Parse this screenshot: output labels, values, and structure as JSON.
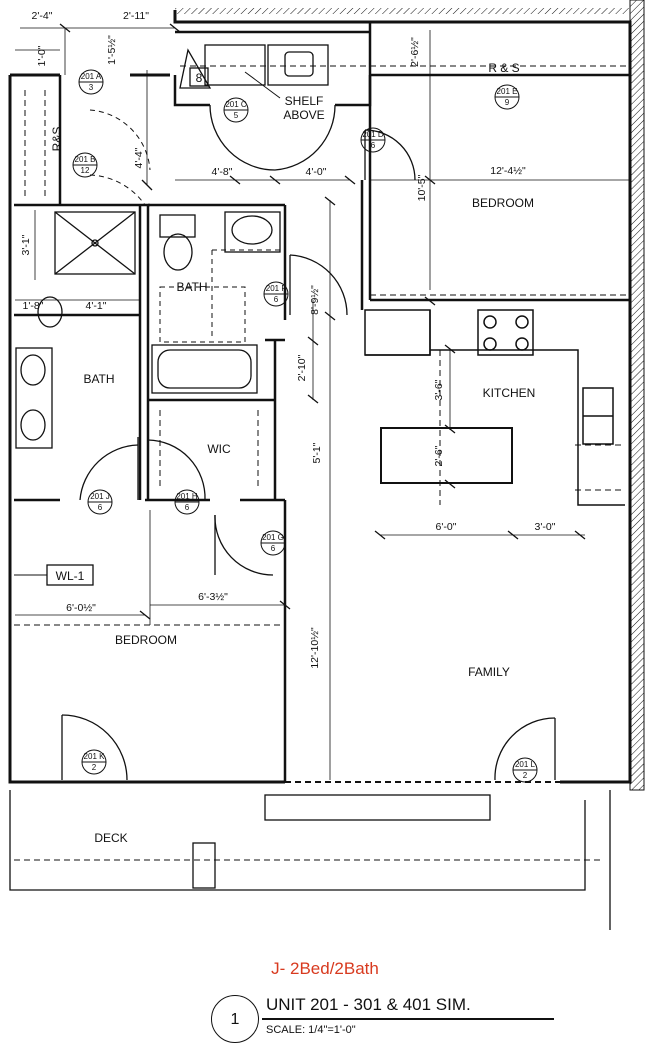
{
  "plan_title": "J- 2Bed/2Bath",
  "title_block": {
    "number": "1",
    "unit": "UNIT 201 - 301 & 401 SIM.",
    "scale": "SCALE: 1/4\"=1'-0\""
  },
  "colors": {
    "title_accent": "#d83a1f",
    "line": "#111111"
  },
  "rooms": {
    "bedroom_main": "BEDROOM",
    "bedroom_second": "BEDROOM",
    "bath_hall": "BATH",
    "bath_master": "BATH",
    "wic": "WIC",
    "kitchen": "KITCHEN",
    "family": "FAMILY",
    "deck": "DECK",
    "shelf_above": [
      "SHELF",
      "ABOVE"
    ],
    "r_and_s_top": "R & S",
    "r_and_s_left": "R&S",
    "wl": "WL-1",
    "stair_num": "8"
  },
  "dimensions": {
    "d_2_4": "2'-4\"",
    "d_2_11": "2'-11\"",
    "d_1_0": "1'-0\"",
    "d_1_5h": "1'-5½\"",
    "d_4_4": "4'-4\"",
    "d_4_8": "4'-8\"",
    "d_4_0": "4'-0\"",
    "d_2_6h": "2'-6½\"",
    "d_12_4h": "12'-4½\"",
    "d_10_5": "10'-5\"",
    "d_3_1": "3'-1\"",
    "d_1_8": "1'-8\"",
    "d_4_1": "4'-1\"",
    "d_8_9h": "8'-9½\"",
    "d_2_10": "2'-10\"",
    "d_3_6": "3'-6\"",
    "d_2_6": "2'-6\"",
    "d_5_1": "5'-1\"",
    "d_6_0": "6'-0\"",
    "d_3_0": "3'-0\"",
    "d_6_0h": "6'-0½\"",
    "d_6_3h": "6'-3½\"",
    "d_12_10h": "12'-10½\""
  },
  "door_tags": {
    "a": {
      "id": "201 A",
      "n": "3"
    },
    "b": {
      "id": "201 B",
      "n": "12"
    },
    "c": {
      "id": "201 C",
      "n": "5"
    },
    "d": {
      "id": "201 D",
      "n": "6"
    },
    "e": {
      "id": "201 E",
      "n": "9"
    },
    "f": {
      "id": "201 F",
      "n": "6"
    },
    "g": {
      "id": "201 G",
      "n": "6"
    },
    "h": {
      "id": "201 H",
      "n": "6"
    },
    "j": {
      "id": "201 J",
      "n": "6"
    },
    "k": {
      "id": "201 K",
      "n": "2"
    },
    "l": {
      "id": "201 L",
      "n": "2"
    }
  }
}
